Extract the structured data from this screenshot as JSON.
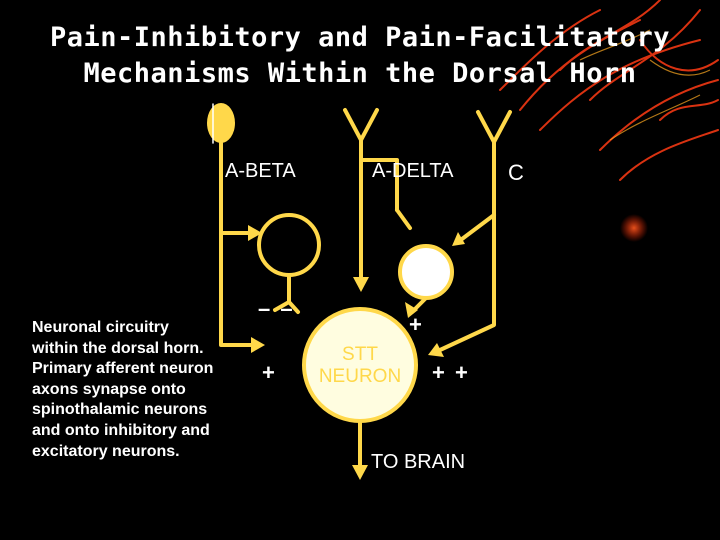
{
  "title": {
    "line1": "Pain-Inhibitory and Pain-Facilitatory",
    "line2": "Mechanisms Within the Dorsal Horn"
  },
  "labels": {
    "a_beta": "A-BETA",
    "a_delta": "A-DELTA",
    "c_fiber": "C",
    "stt_line1": "STT",
    "stt_line2": "NEURON",
    "to_brain": "TO BRAIN"
  },
  "signs": {
    "inhibitory": "– –",
    "plus_left": "+",
    "plus_top": "+",
    "plus_right": "+ +"
  },
  "caption": {
    "lines": [
      "Neuronal circuitry",
      "within the dorsal horn.",
      "Primary afferent neuron",
      "axons synapse onto",
      "spinothalamic neurons",
      "and onto inhibitory and",
      "excitatory neurons."
    ]
  },
  "colors": {
    "background": "#000000",
    "fiber": "#ffd84a",
    "interneuron_fill": "#ffffff",
    "stt_fill": "#fffde0",
    "text": "#ffffff",
    "flame_accent": "#ff3300"
  }
}
